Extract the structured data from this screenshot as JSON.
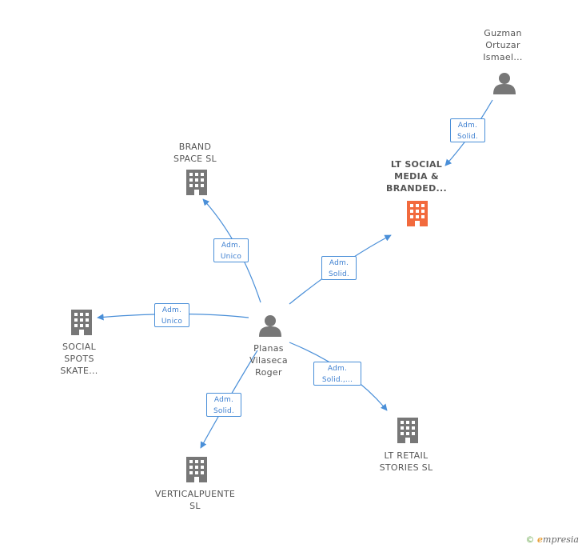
{
  "nodes": {
    "guzman": "Guzman\nOrtuzar\nIsmael...",
    "lt_social": "LT SOCIAL\nMEDIA &\nBRANDED...",
    "brand_space": "BRAND\nSPACE SL",
    "social_spots": "SOCIAL\nSPOTS\nSKATE...",
    "planas": "Planas\nVilaseca\nRoger",
    "lt_retail": "LT RETAIL\nSTORIES SL",
    "verticalpuente": "VERTICALPUENTE\nSL"
  },
  "edges": {
    "guzman_lt_social": "Adm.\nSolid.",
    "planas_brand_space": "Adm.\nUnico",
    "planas_lt_social": "Adm.\nSolid.",
    "planas_social_spots": "Adm.\nUnico",
    "planas_lt_retail": "Adm.\nSolid.,...",
    "planas_verticalpuente": "Adm.\nSolid."
  },
  "colors": {
    "edge": "#4a8fd8",
    "company": "#777777",
    "company_highlight": "#f26a3d",
    "person": "#777777"
  },
  "footer": {
    "copyright_symbol": "©",
    "brand_initial": "e",
    "brand_rest": "mpresia"
  }
}
